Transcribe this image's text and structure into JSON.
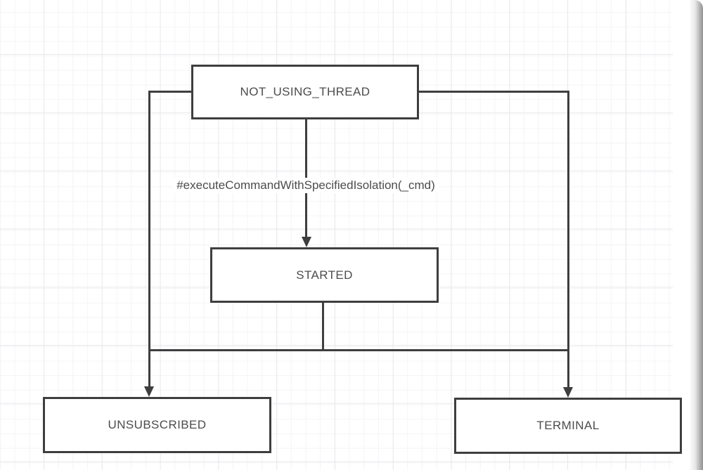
{
  "diagram": {
    "nodes": [
      {
        "id": "not-using-thread",
        "label": "NOT_USING_THREAD"
      },
      {
        "id": "started",
        "label": "STARTED"
      },
      {
        "id": "unsubscribed",
        "label": "UNSUBSCRIBED"
      },
      {
        "id": "terminal",
        "label": "TERMINAL"
      }
    ],
    "edges": [
      {
        "from": "NOT_USING_THREAD",
        "to": "STARTED",
        "label": "#executeCommandWithSpecifiedIsolation(_cmd)"
      },
      {
        "from": "NOT_USING_THREAD",
        "to": "UNSUBSCRIBED",
        "label": ""
      },
      {
        "from": "NOT_USING_THREAD",
        "to": "TERMINAL",
        "label": ""
      },
      {
        "from": "STARTED",
        "to": "UNSUBSCRIBED",
        "label": ""
      },
      {
        "from": "STARTED",
        "to": "TERMINAL",
        "label": ""
      }
    ],
    "colors": {
      "stroke": "#3e3e3e",
      "text": "#4c4c4c",
      "node_fill": "#ffffff",
      "grid_minor": "#f4f4f7",
      "grid_major": "#e9e9ed",
      "page_shadow": "#696969"
    }
  }
}
